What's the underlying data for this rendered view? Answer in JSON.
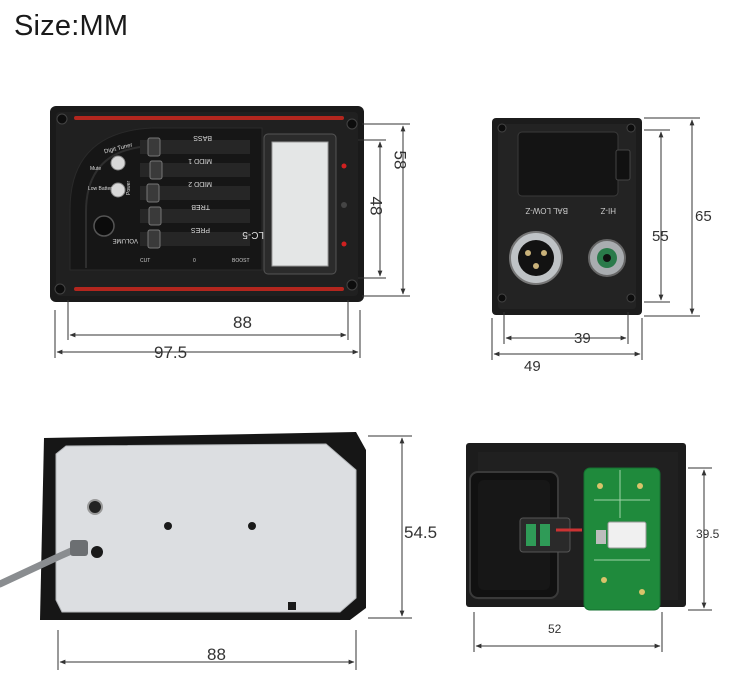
{
  "title": "Size:MM",
  "front": {
    "width_outer": "97.5",
    "width_inner": "88",
    "height_outer": "58",
    "height_inner": "48",
    "sliders": [
      "BASS",
      "MIDD 1",
      "MIDD 2",
      "TREB",
      "PRES"
    ],
    "button_labels": [
      "Digit Tuner",
      "Mute",
      "Power",
      "Low Battery"
    ],
    "knob_label": "VOLUME",
    "model": "LC-5",
    "scale_labels": [
      "CUT",
      "0",
      "BOOST"
    ]
  },
  "side": {
    "width_outer": "49",
    "width_inner": "39",
    "height_outer": "65",
    "height_inner": "55",
    "port_labels": [
      "BAL LOW-Z",
      "HI-Z"
    ]
  },
  "back": {
    "width": "88",
    "height": "54.5"
  },
  "open": {
    "width": "52",
    "height": "39.5"
  },
  "colors": {
    "panel": "#1c1c1c",
    "red_strip": "#b3261e",
    "plate": "#dcdee1",
    "pcb": "#1f8a3c"
  }
}
